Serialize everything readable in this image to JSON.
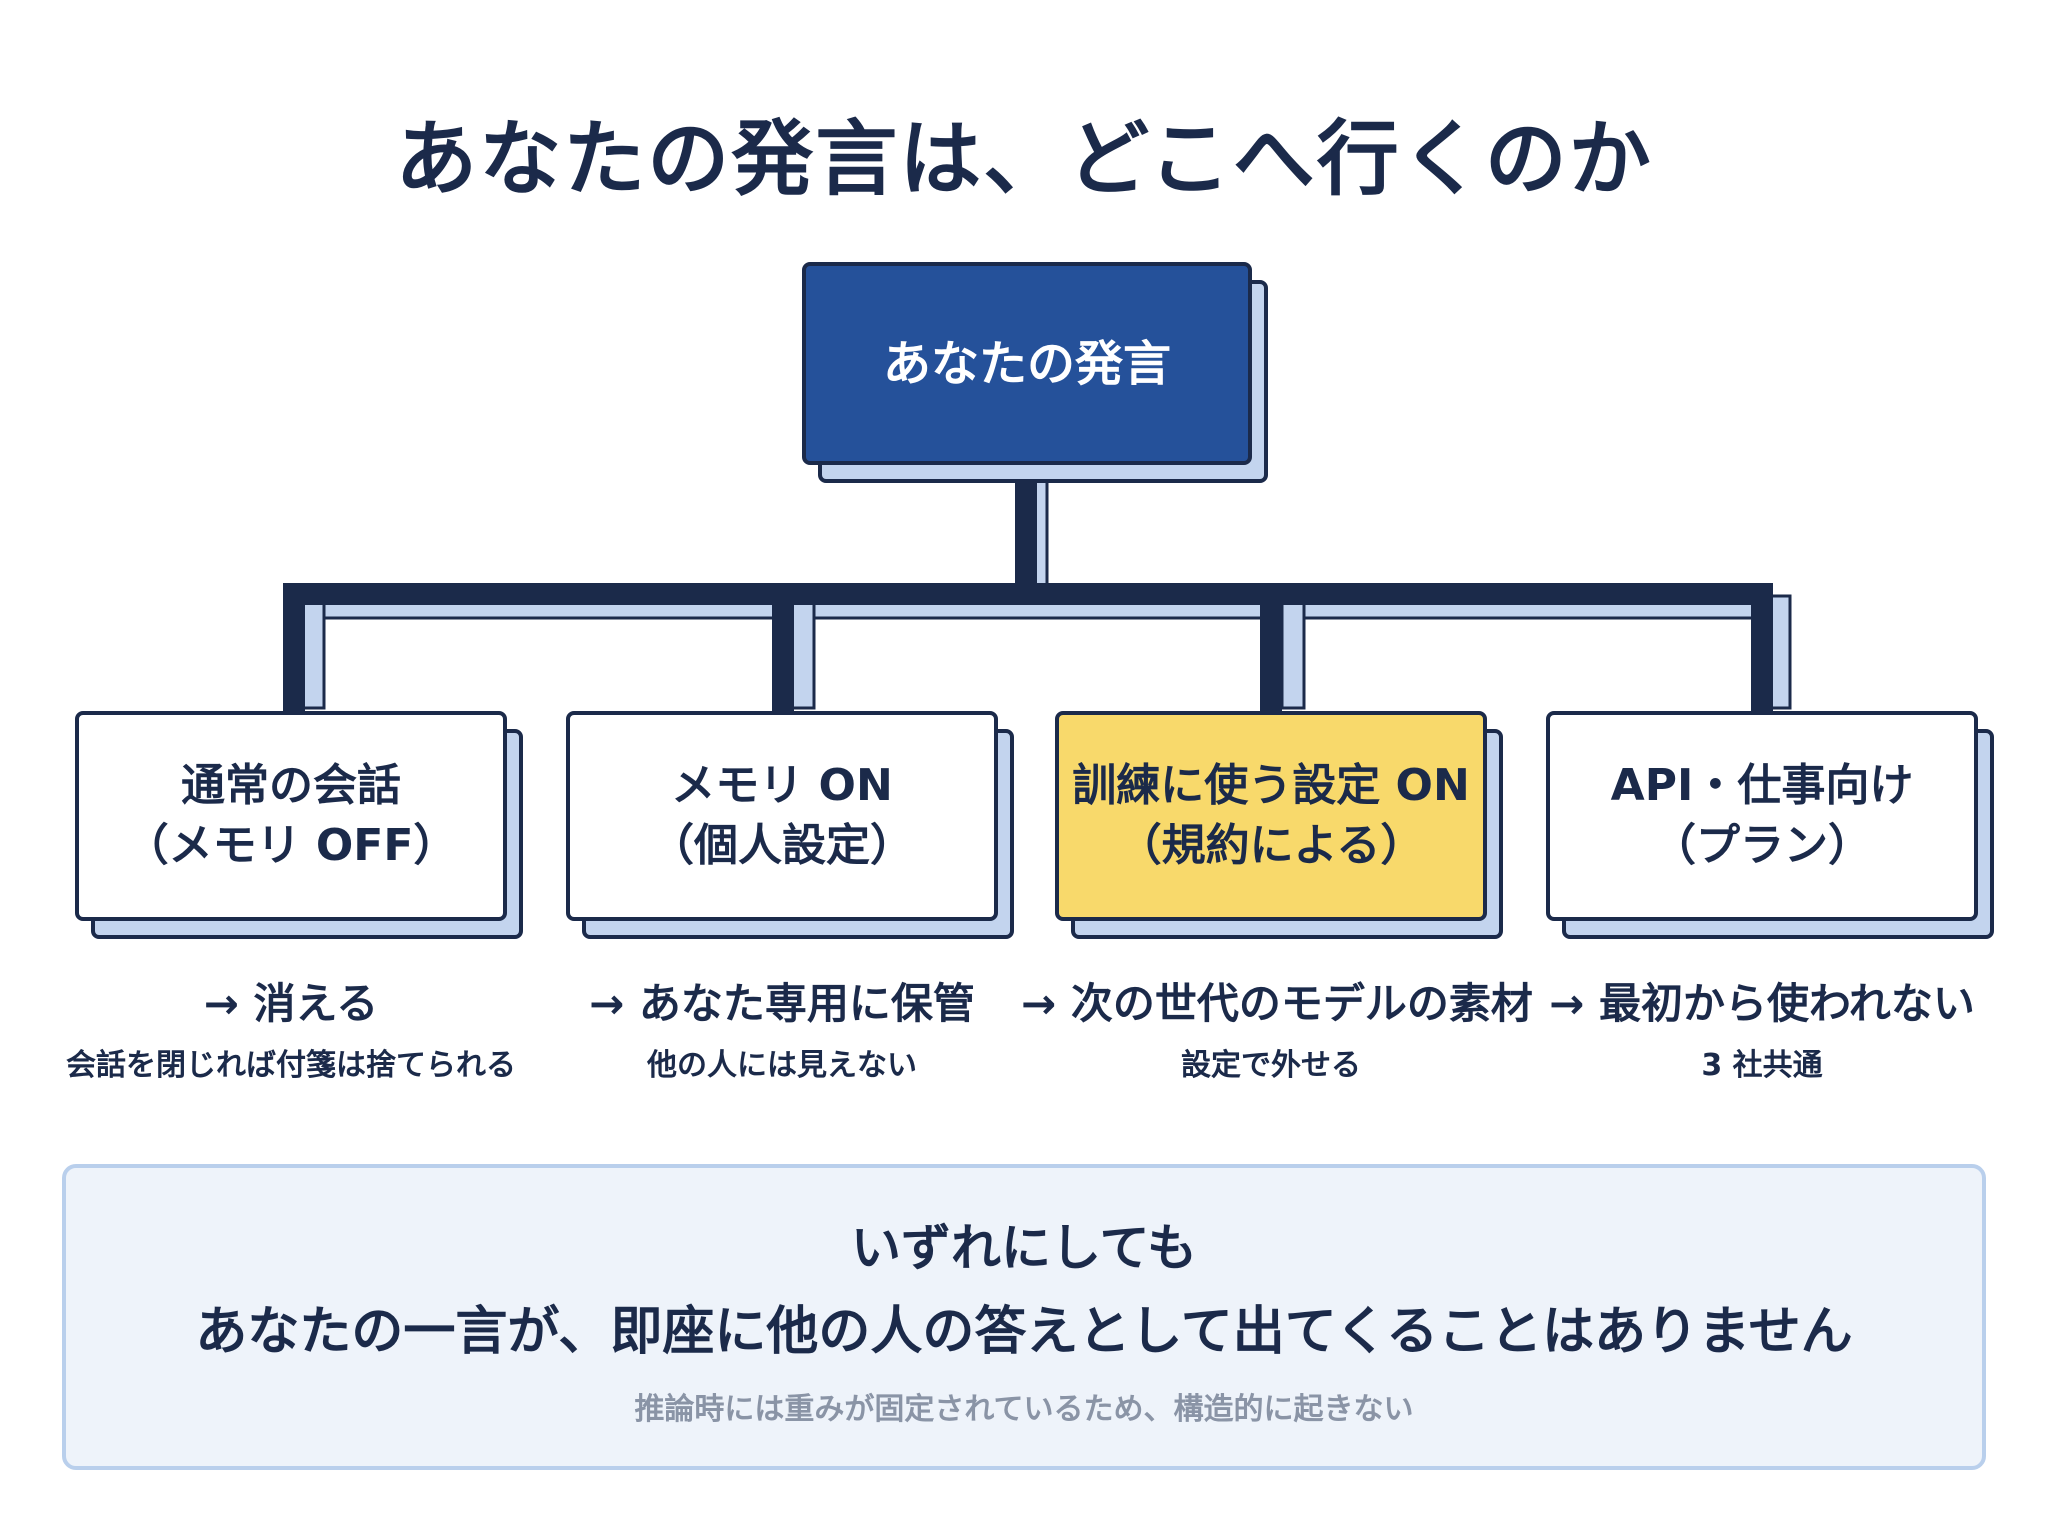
{
  "title": "あなたの発言は、どこへ行くのか",
  "root": {
    "label": "あなたの発言"
  },
  "branches": [
    {
      "line1": "通常の会話",
      "line2": "（メモリ OFF）",
      "result": "→ 消える",
      "detail": "会話を閉じれば付箋は捨てられる",
      "highlight": false
    },
    {
      "line1": "メモリ ON",
      "line2": "（個人設定）",
      "result": "→ あなた専用に保管",
      "detail": "他の人には見えない",
      "highlight": false
    },
    {
      "line1": "訓練に使う設定 ON",
      "line2": "（規約による）",
      "result": "→ 次の世代のモデルの素材",
      "detail": "設定で外せる",
      "highlight": true
    },
    {
      "line1": "API・仕事向け",
      "line2": "（プラン）",
      "result": "→ 最初から使われない",
      "detail": "3 社共通",
      "highlight": false
    }
  ],
  "summary": {
    "line1": "いずれにしても",
    "line2": "あなたの一言が、即座に他の人の答えとして出てくることはありません",
    "note": "推論時には重みが固定されているため、構造的に起きない"
  },
  "colors": {
    "navy": "#1b2a4a",
    "root_fill": "#25519a",
    "highlight_fill": "#f8d96b",
    "shadow_fill": "#c3d4ee",
    "summary_fill": "#eef3fa",
    "summary_border": "#b9cfec",
    "note_text": "#8a94a6"
  }
}
